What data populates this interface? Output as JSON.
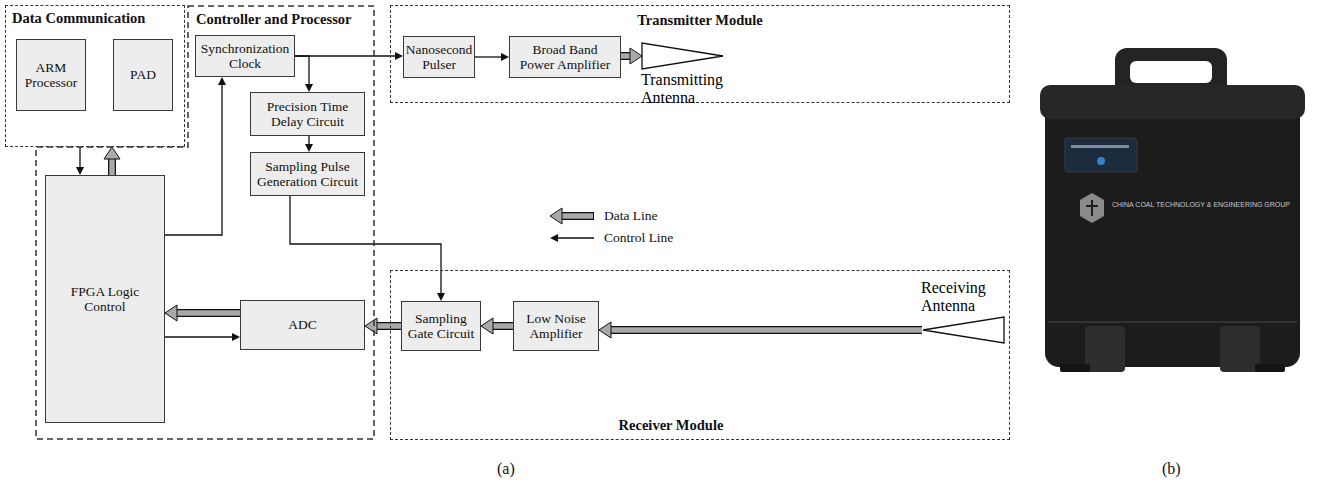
{
  "diagram": {
    "nodes": [
      {
        "text": [
          "Data Communication"
        ]
      },
      {
        "text": [
          "ARM Processor"
        ],
        "in": 0
      },
      {
        "text": [
          "PAD"
        ],
        "in": 0
      },
      {
        "text": [
          "Controller and Processor"
        ]
      },
      {
        "text": [
          "Synchronization Clock"
        ],
        "in": 3
      },
      {
        "text": [
          "Precision Time Delay Circuit"
        ],
        "in": 3
      },
      {
        "text": [
          "Sampling Pulse Generation Circuit"
        ],
        "in": 3
      },
      {
        "text": [
          "FPGA Logic Control"
        ],
        "in": 3
      },
      {
        "text": [
          "ADC"
        ],
        "in": 3
      },
      {
        "text": [
          "Transmitter Module"
        ]
      },
      {
        "text": [
          "Nanosecond Pulser"
        ],
        "in": 9
      },
      {
        "text": [
          "Broad Band Power Amplifier"
        ],
        "in": 9
      },
      {
        "text": [
          "Transmitting Antenna"
        ],
        "in": 9
      },
      {
        "text": [
          "Receiver Module"
        ]
      },
      {
        "text": [
          "Sampling Gate Circuit"
        ],
        "in": 13
      },
      {
        "text": [
          "Low Noise Amplifier"
        ],
        "in": 13
      },
      {
        "text": [
          "Receiving Antenna"
        ],
        "in": 13
      }
    ],
    "edges": [
      {
        "from": 0,
        "to": 7,
        "arrow": "to"
      },
      {
        "from": 7,
        "to": 0,
        "arrow": "to"
      },
      {
        "from": 7,
        "to": 4,
        "arrow": "to"
      },
      {
        "from": 4,
        "to": 10,
        "arrow": "to"
      },
      {
        "from": 4,
        "to": 5,
        "arrow": "to"
      },
      {
        "from": 5,
        "to": 6,
        "arrow": "to"
      },
      {
        "from": 6,
        "to": 14,
        "arrow": "to"
      },
      {
        "from": 10,
        "to": 11,
        "arrow": "to"
      },
      {
        "from": 11,
        "to": 12,
        "arrow": "to"
      },
      {
        "from": 16,
        "to": 15,
        "arrow": "to"
      },
      {
        "from": 15,
        "to": 14,
        "arrow": "to"
      },
      {
        "from": 14,
        "to": 8,
        "arrow": "to"
      },
      {
        "from": 8,
        "to": 7,
        "arrow": "to"
      },
      {
        "from": 7,
        "to": 8,
        "arrow": "to"
      }
    ],
    "labels": [
      "(a)",
      "(b)",
      "CHINA COAL TECHNOLOGY & ENGINEERING GROUP"
    ],
    "legend": [
      {
        "text": "Data Line"
      },
      {
        "text": "Control Line"
      }
    ]
  }
}
